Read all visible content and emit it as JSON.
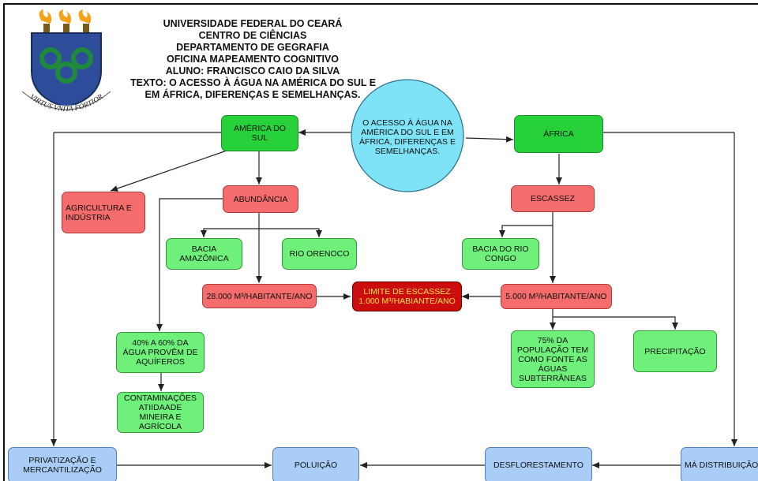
{
  "header": {
    "lines": [
      "UNIVERSIDADE FEDERAL DO CEARÁ",
      "CENTRO DE CIÊNCIAS",
      "DEPARTAMENTO DE GEGRAFIA",
      "OFICINA MAPEAMENTO COGNITIVO",
      "ALUNO: FRANCISCO CAIO DA SILVA",
      "TEXTO: O ACESSO À ÁGUA NA AMÉRICA DO SUL E",
      "EM ÁFRICA, DIFERENÇAS E SEMELHANÇAS."
    ]
  },
  "logo": {
    "motto": "VIRTUS VNITA FORTIOR",
    "colors": {
      "shield": "#2d4d9a",
      "flame": "#f3a21a",
      "emblem": "#1f8a3c"
    }
  },
  "nodes": {
    "center": "O ACESSO À ÁGUA NA AMÉRICA DO SUL E EM ÁFRICA, DIFERENÇAS E SEMELHANÇAS.",
    "america": "AMÉRICA DO SUL",
    "africa": "ÁFRICA",
    "agricultura": "AGRICULTURA E INDÚSTRIA",
    "abundancia": "ABUNDÂNCIA",
    "escassez": "ESCASSEZ",
    "amazonica": "BACIA AMAZÔNICA",
    "orenoco": "RIO ORENOCO",
    "congo": "BACIA DO RIO CONGO",
    "m28000": "28.000 M³/HABITANTE/ANO",
    "limite": "LIMITE DE ESCASSEZ 1.000 M³/HABIANTE/ANO",
    "m5000": "5.000 M³/HABITANTE/ANO",
    "aquiferos": "40% A 60% DA ÁGUA PROVÊM DE AQUÍFEROS",
    "contaminacoes": "CONTAMINAÇÕES ATIIDAADE MINEIRA E AGRÍCOLA",
    "populacao": "75% DA POPULAÇÃO TEM COMO FONTE AS ÁGUAS SUBTERRÂNEAS",
    "precipitacao": "PRECIPITAÇÃO",
    "privatizacao": "PRIVATIZAÇÃO E MERCANTILIZAÇÃO",
    "poluicao": "POLUIÇÃO",
    "desflorestamento": "DESFLORESTAMENTO",
    "ma_distribuicao": "MÁ DISTRIBUIÇÃO"
  },
  "colors": {
    "green": "#6ef07a",
    "dark_green": "#26d13a",
    "red": "#f46c6c",
    "dark_red": "#cc0d0d",
    "blue": "#a9cdf7",
    "circle": "#7fe3f7"
  }
}
